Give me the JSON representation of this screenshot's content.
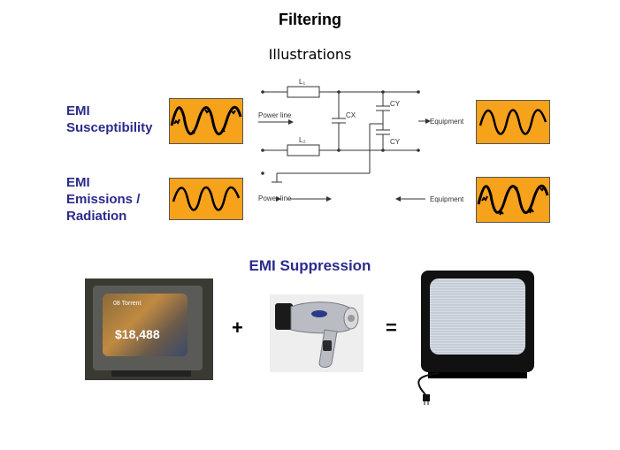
{
  "header": {
    "title": "Filtering",
    "subtitle": "Illustrations"
  },
  "labels": {
    "susceptibility": "EMI Susceptibility",
    "emissions": "EMI Emissions / Radiation",
    "suppression": "EMI Suppression"
  },
  "circuit": {
    "l1": "L₁",
    "l2": "L₂",
    "cx": "CX",
    "cy_top": "CY",
    "cy_bottom": "CY",
    "power_line_in": "Power line",
    "power_line_out": "Power line",
    "equipment_top": "Equipment",
    "equipment_bottom": "Equipment"
  },
  "equation": {
    "plus": "+",
    "equals": "="
  },
  "tv_screen": {
    "channel": "08 Torrent",
    "price": "$18,488"
  },
  "colors": {
    "wave_bg": "#f7a21b",
    "label_blue": "#2b2b8c"
  }
}
